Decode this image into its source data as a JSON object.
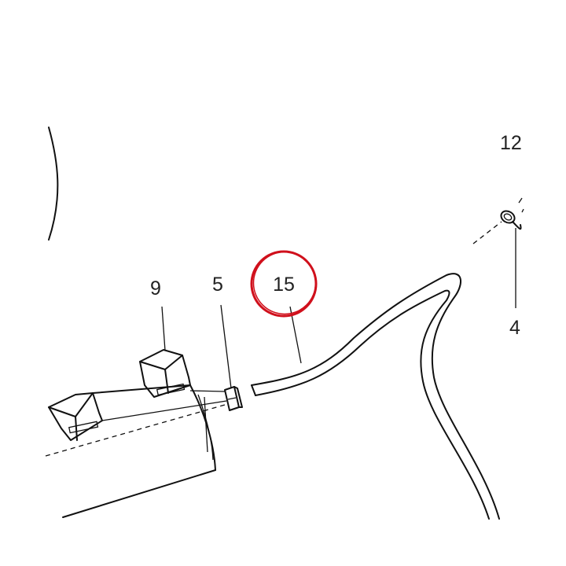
{
  "diagram": {
    "callouts": {
      "part_9": "9",
      "part_5": "5",
      "part_15": "15",
      "part_12": "12",
      "part_4": "4"
    },
    "highlight_color": "#d0101c",
    "line_color": "#111111"
  }
}
